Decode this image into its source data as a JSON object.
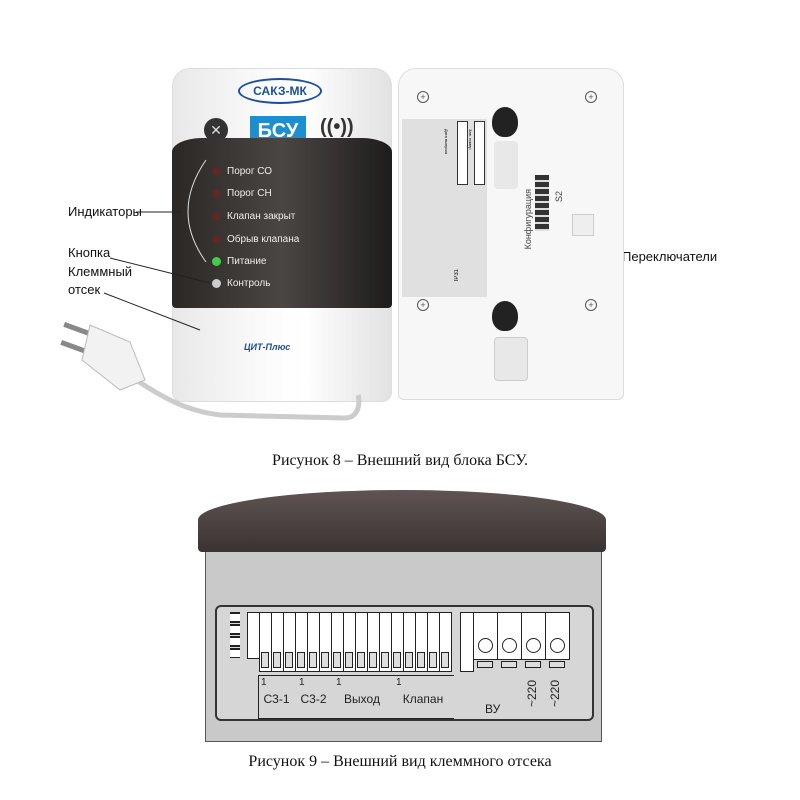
{
  "figure8": {
    "brand": "САКЗ-МК",
    "unit_label": "БСУ",
    "indicators": [
      "Порог СО",
      "Порог СН",
      "Клапан закрыт",
      "Обрыв клапана",
      "Питание",
      "Контроль"
    ],
    "maker_logo": "ЦИТ-Плюс",
    "callouts": {
      "indicators": "Индикаторы",
      "button": "Кнопка",
      "terminal1": "Клеммный",
      "terminal2": "отсек",
      "switches": "Переключатели"
    },
    "back": {
      "config": "Конфигурация",
      "s2": "S2",
      "ip": "IP31",
      "date": "Дата выпуска",
      "serial": "Зав. номер"
    },
    "caption": "Рисунок 8 – Внешний вид блока БСУ."
  },
  "figure9": {
    "pin_one": "1",
    "groups": [
      "С3-1",
      "С3-2",
      "Выход",
      "Клапан"
    ],
    "power": [
      "ВУ",
      "~220",
      "~220"
    ],
    "caption": "Рисунок 9 – Внешний вид клеммного отсека"
  },
  "colors": {
    "led_green": "#3fcf4a",
    "led_off": "#5a2a28",
    "bsu_blue": "#1d8fd0"
  }
}
